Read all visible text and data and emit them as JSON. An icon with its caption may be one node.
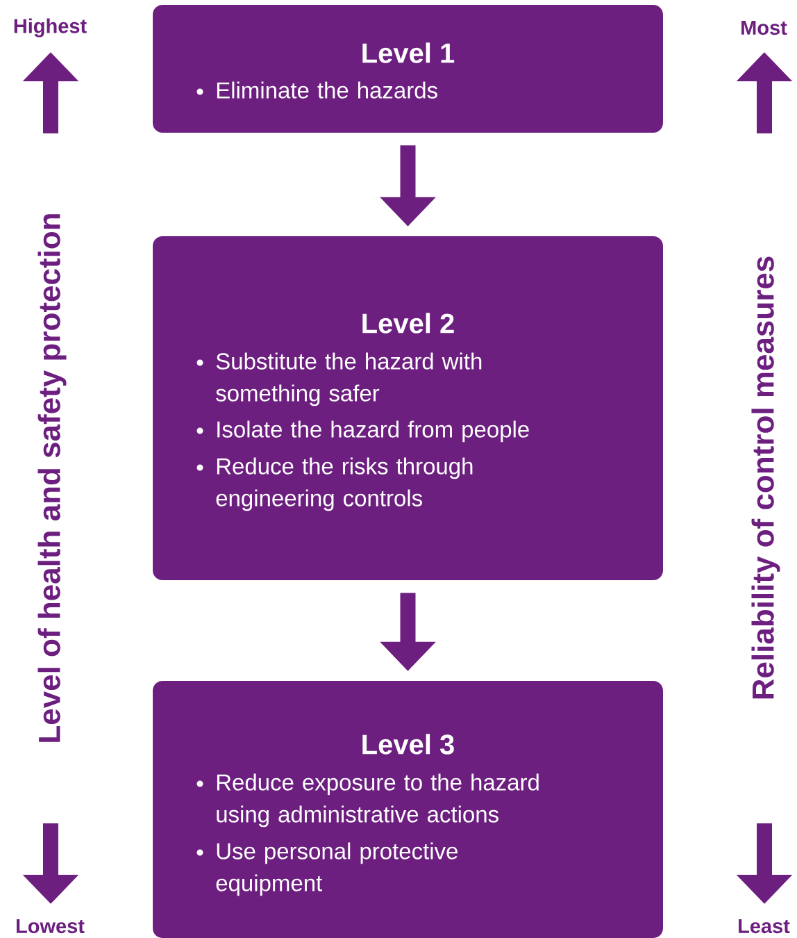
{
  "diagram": {
    "nodes": [
      {
        "text": [
          "Level 1",
          "Eliminate the hazards"
        ]
      },
      {
        "text": [
          "Level 2",
          "Substitute the hazard with something safer",
          "Isolate the hazard from people",
          "Reduce the risks through engineering controls"
        ]
      },
      {
        "text": [
          "Level 3",
          "Reduce exposure to the hazard using administrative actions",
          "Use personal protective equipment"
        ]
      }
    ],
    "edges": [
      {
        "from": 0,
        "to": 1,
        "arrow": "to"
      },
      {
        "from": 1,
        "to": 2,
        "arrow": "to"
      }
    ],
    "labels": [
      "Highest",
      "Most",
      "Level of health and safety protection",
      "Reliability of control measures",
      "Lowest",
      "Least"
    ]
  }
}
